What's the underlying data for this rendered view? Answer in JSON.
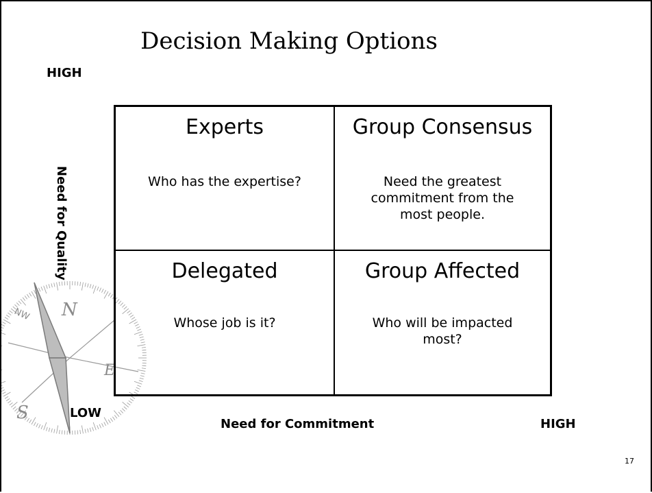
{
  "title": "Decision Making Options",
  "axes": {
    "y_high": "HIGH",
    "y_label": "Need for Quality",
    "origin_low": "LOW",
    "x_label": "Need for Commitment",
    "x_high": "HIGH"
  },
  "matrix": {
    "top_left": {
      "title": "Experts",
      "description": "Who has the expertise?"
    },
    "top_right": {
      "title": "Group Consensus",
      "description": "Need the greatest commitment from the most people."
    },
    "bottom_left": {
      "title": "Delegated",
      "description": "Whose job is it?"
    },
    "bottom_right": {
      "title": "Group Affected",
      "description": "Who will be impacted most?"
    }
  },
  "compass": {
    "letters": {
      "north": "N",
      "south": "S",
      "east": "E",
      "northwest": "NW"
    },
    "icon": "compass-watermark"
  },
  "page_number": "17"
}
